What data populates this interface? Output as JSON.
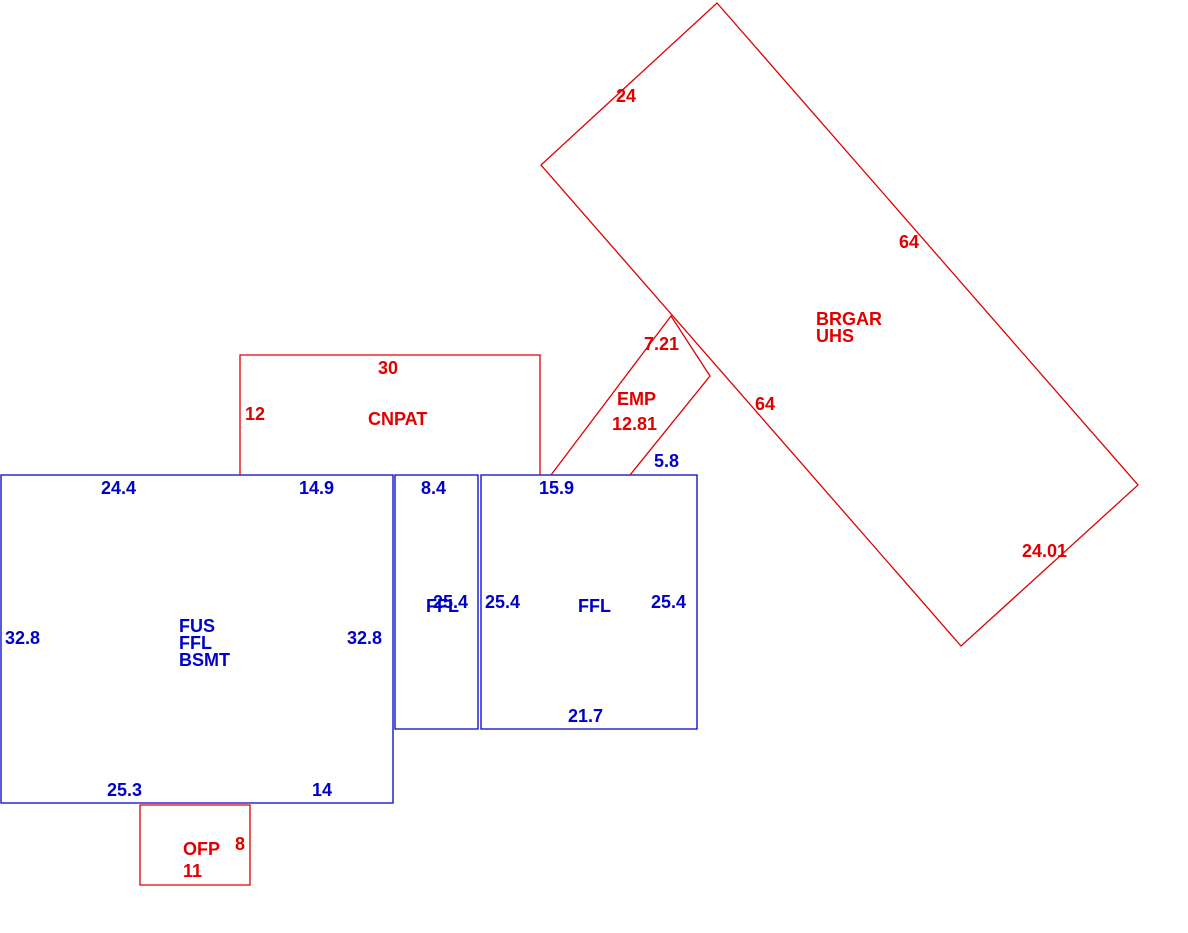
{
  "colors": {
    "living": "#0000c8",
    "other": "#e00000"
  },
  "areas": {
    "main": {
      "lines": [
        "FUS",
        "FFL",
        "BSMT"
      ],
      "dims": {
        "top_left": "24.4",
        "top_right": "14.9",
        "left": "32.8",
        "right": "32.8",
        "bottom_left": "25.3",
        "bottom_right": "14"
      }
    },
    "strip": {
      "label": "FFL",
      "dims": {
        "top": "8.4",
        "side": "25.4"
      }
    },
    "east": {
      "label": "FFL",
      "dims": {
        "top": "15.9",
        "left": "25.4",
        "right": "25.4",
        "bottom": "21.7",
        "step": "5.8"
      }
    },
    "cnpat": {
      "label": "CNPAT",
      "dims": {
        "top": "30",
        "left": "12"
      }
    },
    "emp": {
      "label": "EMP",
      "dims": {
        "top": "7.21",
        "side": "12.81"
      }
    },
    "garage": {
      "lines": [
        "BRGAR",
        "UHS"
      ],
      "dims": {
        "top_left": "24",
        "top_right": "64",
        "bottom_left": "64",
        "bottom_right": "24.01"
      }
    },
    "ofp": {
      "label": "OFP",
      "dims": {
        "side": "8",
        "bottom": "11"
      }
    }
  }
}
